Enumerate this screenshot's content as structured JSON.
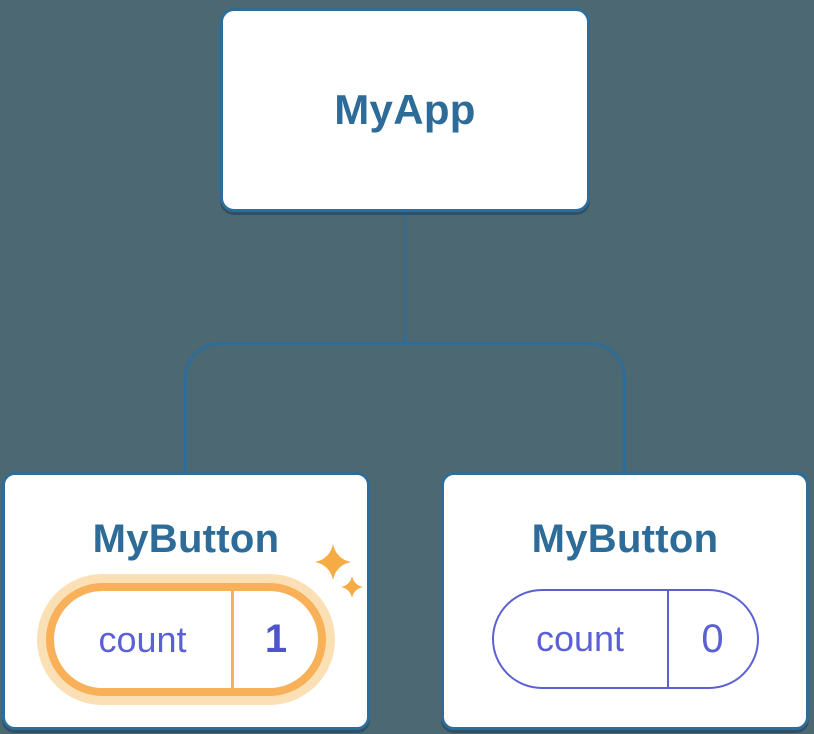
{
  "diagram": {
    "description": "React component tree with state pills",
    "root": {
      "label": "MyApp"
    },
    "children": [
      {
        "label": "MyButton",
        "highlighted": true,
        "state": {
          "key": "count",
          "value": "1"
        }
      },
      {
        "label": "MyButton",
        "highlighted": false,
        "state": {
          "key": "count",
          "value": "0"
        }
      }
    ]
  },
  "icons": [
    {
      "name": "sparkle-large-icon",
      "meaning": "state just updated"
    },
    {
      "name": "sparkle-small-icon",
      "meaning": "state just updated"
    }
  ],
  "colors": {
    "background": "#4C6872",
    "card_border": "#2D6D99",
    "card_text": "#2D6C98",
    "state_accent": "#5B61D5",
    "state_value_bold": "#4E54CD",
    "highlight_orange": "#F8B158",
    "highlight_halo": "#FBDFB5",
    "sparkle": "#F6AB45"
  }
}
